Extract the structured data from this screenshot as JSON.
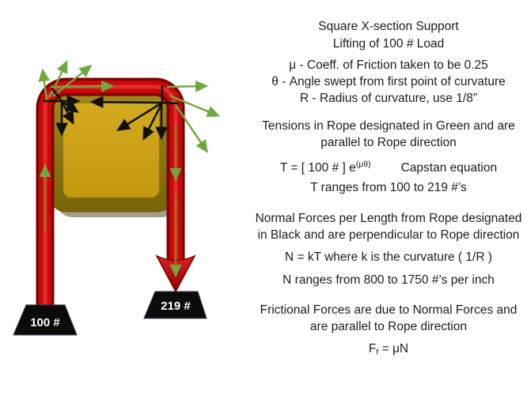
{
  "title": {
    "line1": "Square X-section Support",
    "line2": "Lifting of 100 # Load"
  },
  "definitions": {
    "mu": "μ - Coeff. of Friction taken to be 0.25",
    "theta": "θ - Angle swept from first point of curvature",
    "radius": "R - Radius of curvature, use 1/8”"
  },
  "tension_note": {
    "line1": "Tensions in Rope designated in Green and are",
    "line2": "parallel to Rope direction"
  },
  "equations": {
    "capstan_base": "T = [ 100 # ] e",
    "capstan_sup": "(μθ)",
    "capstan_label": "Capstan equation",
    "t_range": "T ranges from 100 to 219 #’s",
    "normal": "N = kT where k is the curvature ( 1/R )",
    "n_range": "N ranges from 800 to 1750 #’s per inch",
    "friction_base": "F",
    "friction_sub": "f",
    "friction_rest": " = μN"
  },
  "normal_note": {
    "line1": "Normal Forces per Length from Rope designated",
    "line2": "in Black and are perpendicular to Rope direction"
  },
  "friction_note": {
    "line1": "Frictional Forces are due to Normal Forces and",
    "line2": "are parallel to Rope direction"
  },
  "weights": {
    "left_label": "100 #",
    "right_label": "219 #"
  },
  "colors": {
    "rope_red": "#c90909",
    "rope_red_dark": "#7e0202",
    "block_gold_inner": "#c89e14",
    "block_gold_outer": "#8f7710",
    "tension_green": "#6fa83f",
    "normal_black": "#111111",
    "weight_black": "#0b0b0b"
  }
}
